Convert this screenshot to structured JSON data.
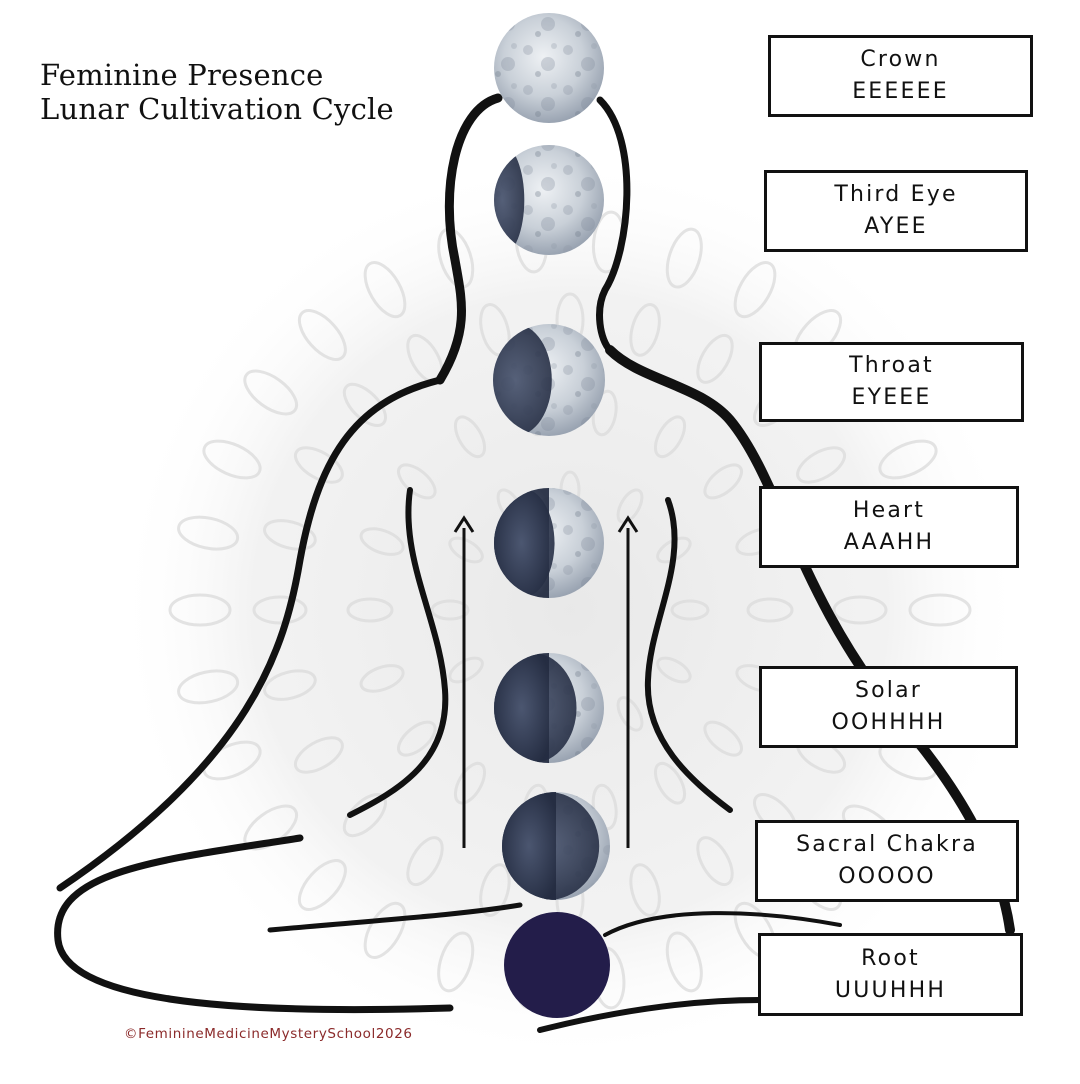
{
  "title": {
    "line1": "Feminine Presence",
    "line2": "Lunar Cultivation Cycle"
  },
  "chakras": [
    {
      "name": "Crown",
      "sound": "EEEEEE",
      "moon_phase": "full-moon",
      "moon_illumination": 1.0
    },
    {
      "name": "Third Eye",
      "sound": "AYEE",
      "moon_phase": "waning-gibbous",
      "moon_illumination": 0.85
    },
    {
      "name": "Throat",
      "sound": "EYEEE",
      "moon_phase": "waxing-crescent-light",
      "moon_illumination": 0.6
    },
    {
      "name": "Heart",
      "sound": "AAAHH",
      "moon_phase": "first-quarter",
      "moon_illumination": 0.5
    },
    {
      "name": "Solar",
      "sound": "OOHHHH",
      "moon_phase": "waxing-crescent",
      "moon_illumination": 0.3
    },
    {
      "name": "Sacral Chakra",
      "sound": "OOOOO",
      "moon_phase": "crescent-dark",
      "moon_illumination": 0.15
    },
    {
      "name": "Root",
      "sound": "UUUHHH",
      "moon_phase": "new-moon",
      "moon_illumination": 0.0
    }
  ],
  "copyright": "©FeminineMedicineMysterySchool2026",
  "colors": {
    "outline": "#111111",
    "moon_light": "#d8dde3",
    "moon_dark": "#2f3b55",
    "new_moon": "#231d4a",
    "copyright_text": "#8b2a2a",
    "mandala": "#ececec"
  }
}
